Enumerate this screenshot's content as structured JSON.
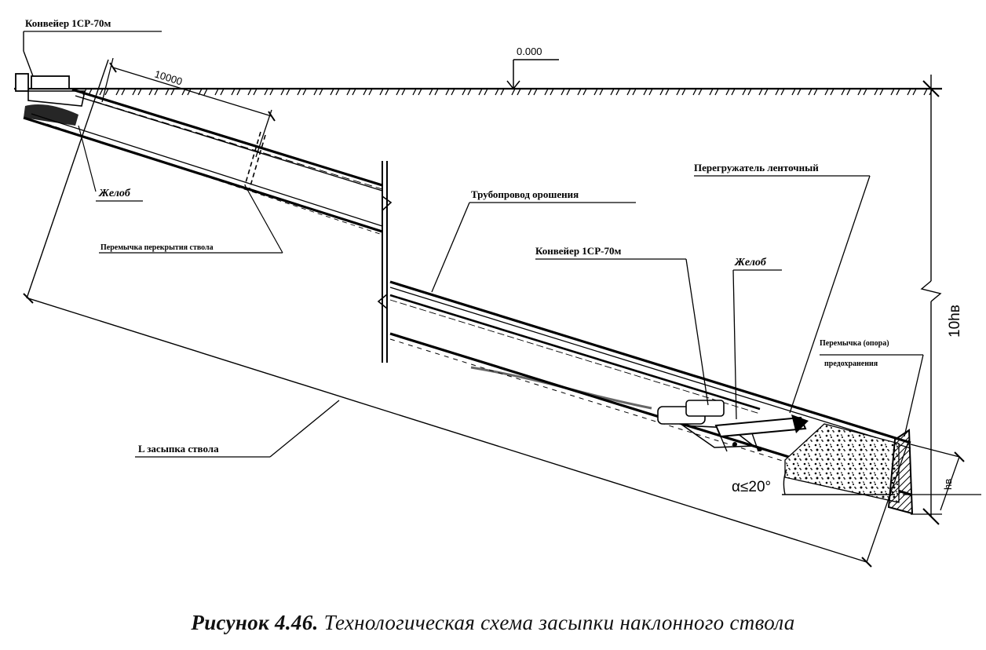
{
  "labels": {
    "conveyor_top": "Конвейер 1СР-70м",
    "chute_left": "Желоб",
    "bulkhead_overlap": "Перемычка перекрытия ствола",
    "irrigation_pipe": "Трубопровод орошения",
    "reloader": "Перегружатель ленточный",
    "conveyor_bottom": "Конвейер 1СР-70м",
    "chute_right": "Желоб",
    "bulkhead_safety_line1": "Перемычка (опора)",
    "bulkhead_safety_line2": "предохранения",
    "fill_length": "L засыпка ствола"
  },
  "dimensions": {
    "length_top": "10000",
    "elevation": "0.000",
    "height_right": "10hв",
    "height_small": "hв",
    "angle": "α≤20°"
  },
  "caption": {
    "number": "Рисунок 4.46.",
    "title": "Технологическая схема засыпки наклонного ствола"
  }
}
